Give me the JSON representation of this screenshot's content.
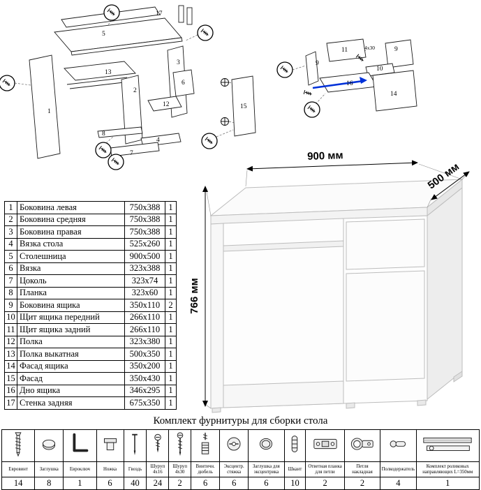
{
  "colors": {
    "accent_blue": "#0031d9"
  },
  "dimensions": {
    "width": "900 мм",
    "depth": "500 мм",
    "height": "766 мм"
  },
  "diagram_left": {
    "labels": {
      "p1": "1",
      "p2": "2",
      "p3": "3",
      "p4": "4",
      "p5": "5",
      "p6": "6",
      "p7": "7",
      "p8": "8",
      "p12": "12",
      "p13": "13",
      "p15": "15",
      "p17": "17"
    }
  },
  "diagram_right": {
    "labels": {
      "p9a": "9",
      "p9b": "9",
      "p10": "10",
      "p11": "11",
      "p14": "14",
      "p16": "16"
    },
    "screw_note": "4x30"
  },
  "parts": {
    "rows": [
      {
        "num": "1",
        "name": "Боковина левая",
        "size": "750x388",
        "qty": "1"
      },
      {
        "num": "2",
        "name": "Боковина средняя",
        "size": "750x388",
        "qty": "1"
      },
      {
        "num": "3",
        "name": "Боковина правая",
        "size": "750x388",
        "qty": "1"
      },
      {
        "num": "4",
        "name": "Вязка стола",
        "size": "525x260",
        "qty": "1"
      },
      {
        "num": "5",
        "name": "Столешница",
        "size": "900x500",
        "qty": "1"
      },
      {
        "num": "6",
        "name": "Вязка",
        "size": "323x388",
        "qty": "1"
      },
      {
        "num": "7",
        "name": "Цоколь",
        "size": "323x74",
        "qty": "1"
      },
      {
        "num": "8",
        "name": "Планка",
        "size": "323x60",
        "qty": "1"
      },
      {
        "num": "9",
        "name": "Боковина ящика",
        "size": "350x110",
        "qty": "2"
      },
      {
        "num": "10",
        "name": "Щит ящика передний",
        "size": "266x110",
        "qty": "1"
      },
      {
        "num": "11",
        "name": "Щит ящика задний",
        "size": "266x110",
        "qty": "1"
      },
      {
        "num": "12",
        "name": "Полка",
        "size": "323x380",
        "qty": "1"
      },
      {
        "num": "13",
        "name": "Полка выкатная",
        "size": "500x350",
        "qty": "1"
      },
      {
        "num": "14",
        "name": "Фасад ящика",
        "size": "350x200",
        "qty": "1"
      },
      {
        "num": "15",
        "name": "Фасад",
        "size": "350x430",
        "qty": "1"
      },
      {
        "num": "16",
        "name": "Дно ящика",
        "size": "346x295",
        "qty": "1"
      },
      {
        "num": "17",
        "name": "Стенка задняя",
        "size": "675x350",
        "qty": "1"
      }
    ]
  },
  "hardware": {
    "title": "Комплект фурнитуры для сборки стола",
    "items": [
      {
        "label": "Евровинт",
        "qty": "14"
      },
      {
        "label": "Заглушка",
        "qty": "8"
      },
      {
        "label": "Евроключ",
        "qty": "1"
      },
      {
        "label": "Ножка",
        "qty": "6"
      },
      {
        "label": "Гвоздь",
        "qty": "40"
      },
      {
        "label": "Шуруп 4x16",
        "qty": "24"
      },
      {
        "label": "Шуруп 4x30",
        "qty": "2"
      },
      {
        "label": "Винтичн. дюбель",
        "qty": "6"
      },
      {
        "label": "Эксцентр. стяжка",
        "qty": "6"
      },
      {
        "label": "Заглушка для эксцентрика",
        "qty": "6"
      },
      {
        "label": "Шкант",
        "qty": "10"
      },
      {
        "label": "Ответная планка для петли",
        "qty": "2"
      },
      {
        "label": "Петля накладная",
        "qty": "2"
      },
      {
        "label": "Полкодержатель",
        "qty": "4"
      },
      {
        "label": "Комплект роликовых направляющих L=350мм",
        "qty": "1"
      }
    ]
  }
}
